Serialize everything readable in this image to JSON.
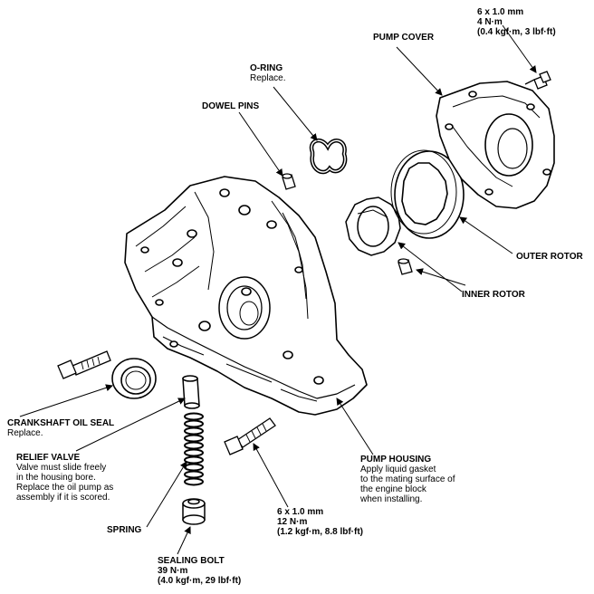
{
  "labels": {
    "pump_cover": {
      "title": "PUMP COVER"
    },
    "bolt_cover": {
      "l1": "6 x 1.0 mm",
      "l2": "4 N·m",
      "l3": "(0.4 kgf·m, 3 lbf·ft)"
    },
    "o_ring": {
      "title": "O-RING",
      "note": "Replace."
    },
    "dowel_pins": {
      "title": "DOWEL PINS"
    },
    "outer_rotor": {
      "title": "OUTER ROTOR"
    },
    "inner_rotor": {
      "title": "INNER ROTOR"
    },
    "crank_seal": {
      "title": "CRANKSHAFT OIL SEAL",
      "note": "Replace."
    },
    "relief_valve": {
      "title": "RELIEF VALVE",
      "l1": "Valve must slide freely",
      "l2": "in the housing bore.",
      "l3": "Replace the oil pump as",
      "l4": "assembly if it is scored."
    },
    "spring": {
      "title": "SPRING"
    },
    "sealing_bolt": {
      "title": "SEALING BOLT",
      "l1": "39 N·m",
      "l2": "(4.0 kgf·m, 29 lbf·ft)"
    },
    "pump_housing": {
      "title": "PUMP HOUSING",
      "l1": "Apply liquid gasket",
      "l2": "to the mating surface of",
      "l3": "the engine block",
      "l4": "when installing."
    },
    "bolt_housing": {
      "l1": "6 x 1.0 mm",
      "l2": "12 N·m",
      "l3": "(1.2 kgf·m, 8.8 lbf·ft)"
    }
  }
}
